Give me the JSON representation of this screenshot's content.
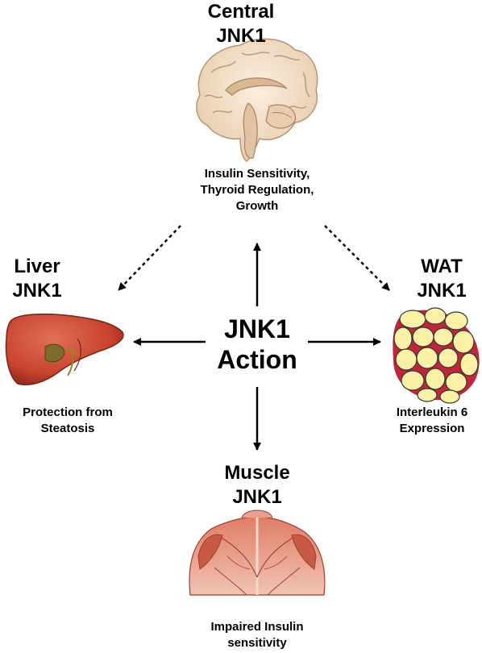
{
  "center": {
    "line1": "JNK1",
    "line2": "Action"
  },
  "nodes": {
    "central": {
      "title_line1": "Central",
      "title_line2": "JNK1",
      "desc_lines": [
        "Insulin Sensitivity,",
        "Thyroid Regulation,",
        "Growth"
      ],
      "image": "brain-illustration"
    },
    "liver": {
      "title_line1": "Liver",
      "title_line2": "JNK1",
      "desc_lines": [
        "Protection from",
        "Steatosis"
      ],
      "image": "liver-illustration"
    },
    "wat": {
      "title_line1": "WAT",
      "title_line2": "JNK1",
      "desc_lines": [
        "Interleukin 6",
        "Expression"
      ],
      "image": "adipocytes-illustration"
    },
    "muscle": {
      "title_line1": "Muscle",
      "title_line2": "JNK1",
      "desc_lines": [
        "Impaired Insulin",
        "sensitivity"
      ],
      "image": "muscle-back-illustration"
    }
  },
  "colors": {
    "brain": "#f1ddc6",
    "liver": "#c8432e",
    "fat": "#fbf1a6",
    "fat_gap": "#c2253a",
    "muscle": "#d66a55",
    "arrow": "#000000"
  }
}
